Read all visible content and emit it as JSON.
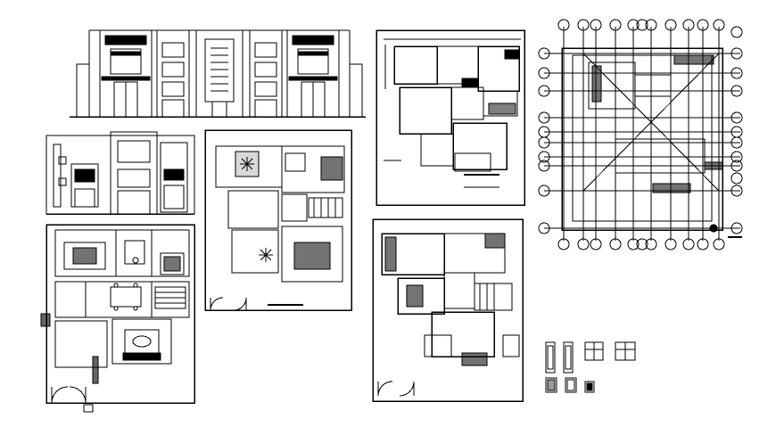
{
  "drawing": {
    "line_color": "#000000",
    "background_color": "#ffffff",
    "grid_bubble_count_top": 11,
    "grid_bubble_count_bottom": 11,
    "grid_bubble_count_left": 10,
    "grid_bubble_count_right": 12
  },
  "panels": [
    {
      "id": "front-elevation",
      "kind": "elevation"
    },
    {
      "id": "side-elevation",
      "kind": "elevation"
    },
    {
      "id": "furnished-ground-floor-plan",
      "kind": "plan"
    },
    {
      "id": "furnished-first-floor-plan",
      "kind": "plan"
    },
    {
      "id": "dimensioned-ground-floor-plan",
      "kind": "plan"
    },
    {
      "id": "dimensioned-first-floor-plan",
      "kind": "plan"
    },
    {
      "id": "structural-grid-layout",
      "kind": "grid"
    },
    {
      "id": "door-window-details",
      "kind": "details"
    }
  ]
}
